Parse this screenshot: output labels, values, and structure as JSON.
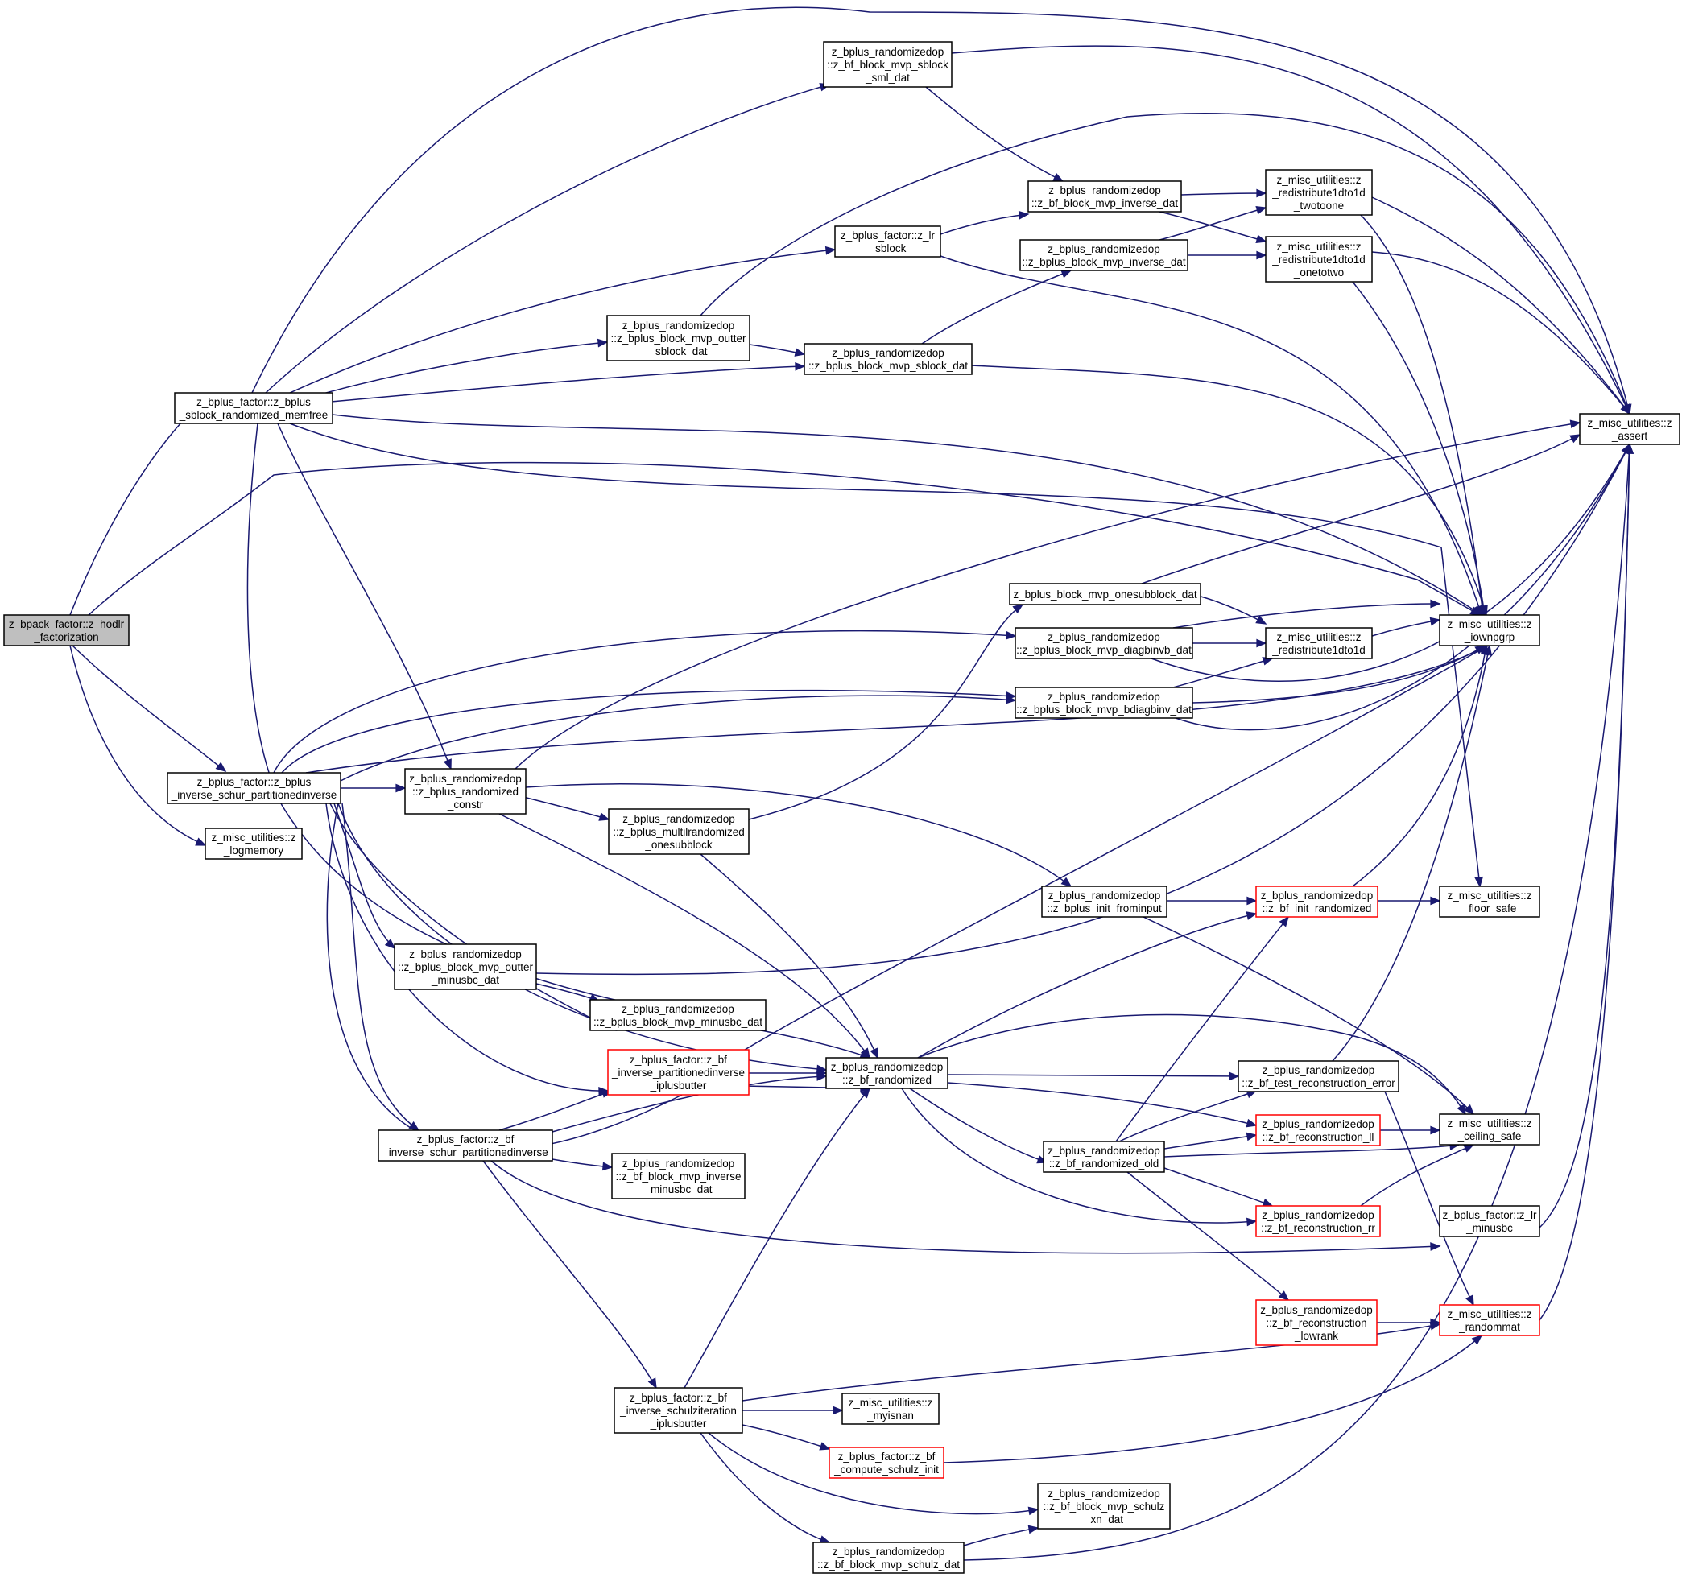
{
  "colors": {
    "edge": "#191970",
    "root_fill": "#bfbfbf",
    "node_fill": "#ffffff",
    "truncated_border": "#ff0000"
  },
  "nodes": {
    "root": {
      "lines": [
        "z_bpack_factor::z_hodlr",
        "_factorization"
      ]
    },
    "sblock_memfree": {
      "lines": [
        "z_bplus_factor::z_bplus",
        "_sblock_randomized_memfree"
      ]
    },
    "inv_schur_bplus": {
      "lines": [
        "z_bplus_factor::z_bplus",
        "_inverse_schur_partitionedinverse"
      ]
    },
    "logmemory": {
      "lines": [
        "z_misc_utilities::z",
        "_logmemory"
      ]
    },
    "sml_dat": {
      "lines": [
        "z_bplus_randomizedop",
        "::z_bf_block_mvp_sblock",
        "_sml_dat"
      ]
    },
    "lr_sblock": {
      "lines": [
        "z_bplus_factor::z_lr",
        "_sblock"
      ]
    },
    "bf_inv_dat": {
      "lines": [
        "z_bplus_randomizedop",
        "::z_bf_block_mvp_inverse_dat"
      ]
    },
    "bplus_inv_dat": {
      "lines": [
        "z_bplus_randomizedop",
        "::z_bplus_block_mvp_inverse_dat"
      ]
    },
    "r2to1": {
      "lines": [
        "z_misc_utilities::z",
        "_redistribute1dto1d",
        "_twotoone"
      ]
    },
    "r1to2": {
      "lines": [
        "z_misc_utilities::z",
        "_redistribute1dto1d",
        "_onetotwo"
      ]
    },
    "outter_sblock": {
      "lines": [
        "z_bplus_randomizedop",
        "::z_bplus_block_mvp_outter",
        "_sblock_dat"
      ]
    },
    "mvp_sblock": {
      "lines": [
        "z_bplus_randomizedop",
        "::z_bplus_block_mvp_sblock_dat"
      ]
    },
    "assert": {
      "lines": [
        "z_misc_utilities::z",
        "_assert"
      ]
    },
    "onesub_dat": {
      "lines": [
        "z_bplus_block_mvp_onesubblock_dat"
      ]
    },
    "diagbinvb": {
      "lines": [
        "z_bplus_randomizedop",
        "::z_bplus_block_mvp_diagbinvb_dat"
      ]
    },
    "bdiagbinv": {
      "lines": [
        "z_bplus_randomizedop",
        "::z_bplus_block_mvp_bdiagbinv_dat"
      ]
    },
    "r1to1": {
      "lines": [
        "z_misc_utilities::z",
        "_redistribute1dto1d"
      ]
    },
    "iownpgrp": {
      "lines": [
        "z_misc_utilities::z",
        "_iownpgrp"
      ]
    },
    "constr": {
      "lines": [
        "z_bplus_randomizedop",
        "::z_bplus_randomized",
        "_constr"
      ]
    },
    "multilr": {
      "lines": [
        "z_bplus_randomizedop",
        "::z_bplus_multilrandomized",
        "_onesubblock"
      ]
    },
    "frominput": {
      "lines": [
        "z_bplus_randomizedop",
        "::z_bplus_init_frominput"
      ]
    },
    "init_rand": {
      "lines": [
        "z_bplus_randomizedop",
        "::z_bf_init_randomized"
      ]
    },
    "floor": {
      "lines": [
        "z_misc_utilities::z",
        "_floor_safe"
      ]
    },
    "outter_minusbc": {
      "lines": [
        "z_bplus_randomizedop",
        "::z_bplus_block_mvp_outter",
        "_minusbc_dat"
      ]
    },
    "minusbc_dat": {
      "lines": [
        "z_bplus_randomizedop",
        "::z_bplus_block_mvp_minusbc_dat"
      ]
    },
    "bf_inv_iplus": {
      "lines": [
        "z_bplus_factor::z_bf",
        "_inverse_partitionedinverse",
        "_iplusbutter"
      ]
    },
    "bf_randomized": {
      "lines": [
        "z_bplus_randomizedop",
        "::z_bf_randomized"
      ]
    },
    "test_recon": {
      "lines": [
        "z_bplus_randomizedop",
        "::z_bf_test_reconstruction_error"
      ]
    },
    "recon_ll": {
      "lines": [
        "z_bplus_randomizedop",
        "::z_bf_reconstruction_ll"
      ]
    },
    "ceiling": {
      "lines": [
        "z_misc_utilities::z",
        "_ceiling_safe"
      ]
    },
    "inv_schur_bf": {
      "lines": [
        "z_bplus_factor::z_bf",
        "_inverse_schur_partitionedinverse"
      ]
    },
    "bf_inv_minusbc": {
      "lines": [
        "z_bplus_randomizedop",
        "::z_bf_block_mvp_inverse",
        "_minusbc_dat"
      ]
    },
    "rand_old": {
      "lines": [
        "z_bplus_randomizedop",
        "::z_bf_randomized_old"
      ]
    },
    "recon_rr": {
      "lines": [
        "z_bplus_randomizedop",
        "::z_bf_reconstruction_rr"
      ]
    },
    "lr_minusbc": {
      "lines": [
        "z_bplus_factor::z_lr",
        "_minusbc"
      ]
    },
    "recon_lowrank": {
      "lines": [
        "z_bplus_randomizedop",
        "::z_bf_reconstruction",
        "_lowrank"
      ]
    },
    "randommat": {
      "lines": [
        "z_misc_utilities::z",
        "_randommat"
      ]
    },
    "schulz_iter": {
      "lines": [
        "z_bplus_factor::z_bf",
        "_inverse_schulziteration",
        "_iplusbutter"
      ]
    },
    "myisnan": {
      "lines": [
        "z_misc_utilities::z",
        "_myisnan"
      ]
    },
    "schulz_init": {
      "lines": [
        "z_bplus_factor::z_bf",
        "_compute_schulz_init"
      ]
    },
    "schulz_xn": {
      "lines": [
        "z_bplus_randomizedop",
        "::z_bf_block_mvp_schulz",
        "_xn_dat"
      ]
    },
    "schulz_dat": {
      "lines": [
        "z_bplus_randomizedop",
        "::z_bf_block_mvp_schulz_dat"
      ]
    }
  }
}
